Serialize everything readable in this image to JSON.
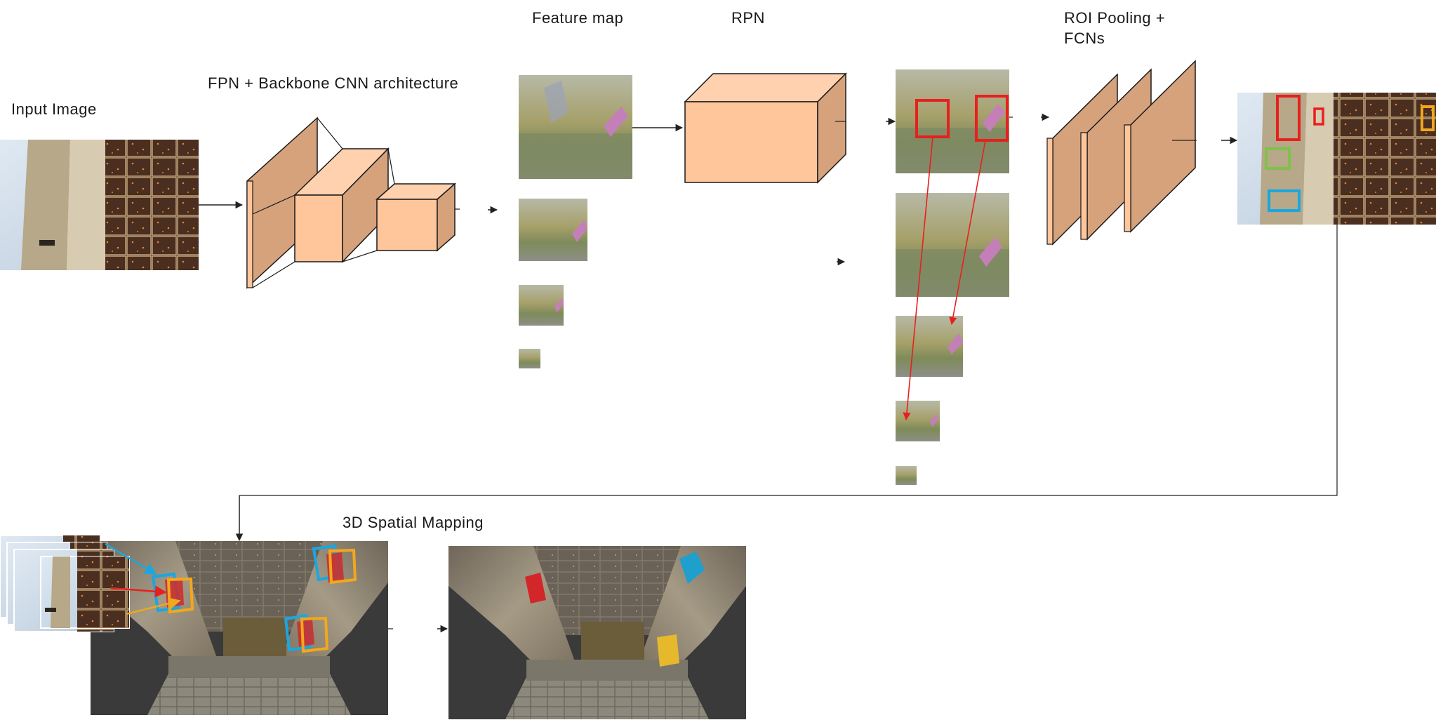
{
  "labels": {
    "input_image": "Input Image",
    "fpn_backbone": "FPN + Backbone CNN architecture",
    "feature_map": "Feature map",
    "rpn": "RPN",
    "roi_pooling": "ROI Pooling +\nFCNs",
    "spatial_mapping": "3D Spatial Mapping"
  },
  "colors": {
    "block_front": "#ffc59b",
    "block_side": "#d6a27c",
    "block_top": "#ffd1ae",
    "outline": "#1a1a1a",
    "arrow": "#222222",
    "roi_red": "#e8201d",
    "bbox_green": "#7ec24a",
    "bbox_blue": "#1aa7e0",
    "bbox_yellow": "#f2a81d",
    "feature_tile": "#a8a88a",
    "bridge_dark": "#3a3a3a"
  }
}
